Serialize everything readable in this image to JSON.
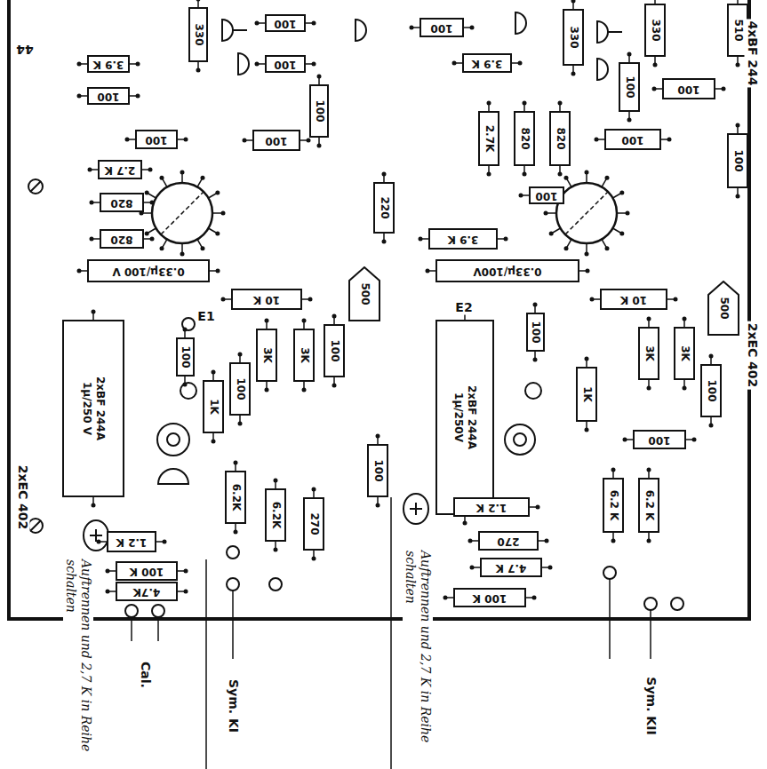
{
  "diagram": {
    "nodes": [
      {
        "text": [
          "330"
        ]
      },
      {
        "text": [
          "3.9 K"
        ]
      },
      {
        "text": [
          "100"
        ]
      },
      {
        "text": [
          "100"
        ]
      },
      {
        "text": [
          "100"
        ]
      },
      {
        "text": [
          "100"
        ]
      },
      {
        "text": [
          "100"
        ]
      },
      {
        "text": [
          "100"
        ]
      },
      {
        "text": [
          "2.7 K"
        ]
      },
      {
        "text": [
          "820"
        ]
      },
      {
        "text": [
          "820"
        ]
      },
      {
        "text": [
          "220"
        ]
      },
      {
        "text": [
          "0.33μ/100 V"
        ]
      },
      {
        "text": [
          "10 K"
        ]
      },
      {
        "text": [
          "500"
        ]
      },
      {
        "text": [
          "2xBF 244A",
          "1μ/250 V"
        ]
      },
      {
        "text": [
          "100"
        ]
      },
      {
        "text": [
          "3K"
        ]
      },
      {
        "text": [
          "3K"
        ]
      },
      {
        "text": [
          "100"
        ]
      },
      {
        "text": [
          "100"
        ]
      },
      {
        "text": [
          "1K"
        ]
      },
      {
        "text": [
          "100"
        ]
      },
      {
        "text": [
          "6.2K"
        ]
      },
      {
        "text": [
          "6.2K"
        ]
      },
      {
        "text": [
          "270"
        ]
      },
      {
        "text": [
          "1.2 K"
        ]
      },
      {
        "text": [
          "100 K"
        ]
      },
      {
        "text": [
          "4.7K"
        ]
      },
      {
        "text": [
          "330"
        ]
      },
      {
        "text": [
          "330"
        ]
      },
      {
        "text": [
          "510"
        ]
      },
      {
        "text": [
          "100"
        ]
      },
      {
        "text": [
          "3.9 K"
        ]
      },
      {
        "text": [
          "100"
        ]
      },
      {
        "text": [
          "100"
        ]
      },
      {
        "text": [
          "2.7K"
        ]
      },
      {
        "text": [
          "820"
        ]
      },
      {
        "text": [
          "820"
        ]
      },
      {
        "text": [
          "100"
        ]
      },
      {
        "text": [
          "100"
        ]
      },
      {
        "text": [
          "100"
        ]
      },
      {
        "text": [
          "3.9 K"
        ]
      },
      {
        "text": [
          "0.33μ/100V"
        ]
      },
      {
        "text": [
          "10 K"
        ]
      },
      {
        "text": [
          "500"
        ]
      },
      {
        "text": [
          "2xBF 244A",
          "1μ/250V"
        ]
      },
      {
        "text": [
          "100"
        ]
      },
      {
        "text": [
          "3K"
        ]
      },
      {
        "text": [
          "3K"
        ]
      },
      {
        "text": [
          "100"
        ]
      },
      {
        "text": [
          "1K"
        ]
      },
      {
        "text": [
          "100"
        ]
      },
      {
        "text": [
          "1.2 K"
        ]
      },
      {
        "text": [
          "6.2 K"
        ]
      },
      {
        "text": [
          "6.2 K"
        ]
      },
      {
        "text": [
          "270"
        ]
      },
      {
        "text": [
          "4.7 K"
        ]
      },
      {
        "text": [
          "100 K"
        ]
      }
    ],
    "labels": [
      "44",
      "4xBF 244",
      "2xEC 402",
      "2xEC 402",
      "E1",
      "E2",
      "Cal.",
      "Sym. KI",
      "Sym. KII",
      "Auftrennen und 2,7 K in Reihe schalten",
      "Auftrennen und 2,7 K in Reihe schalten"
    ]
  }
}
